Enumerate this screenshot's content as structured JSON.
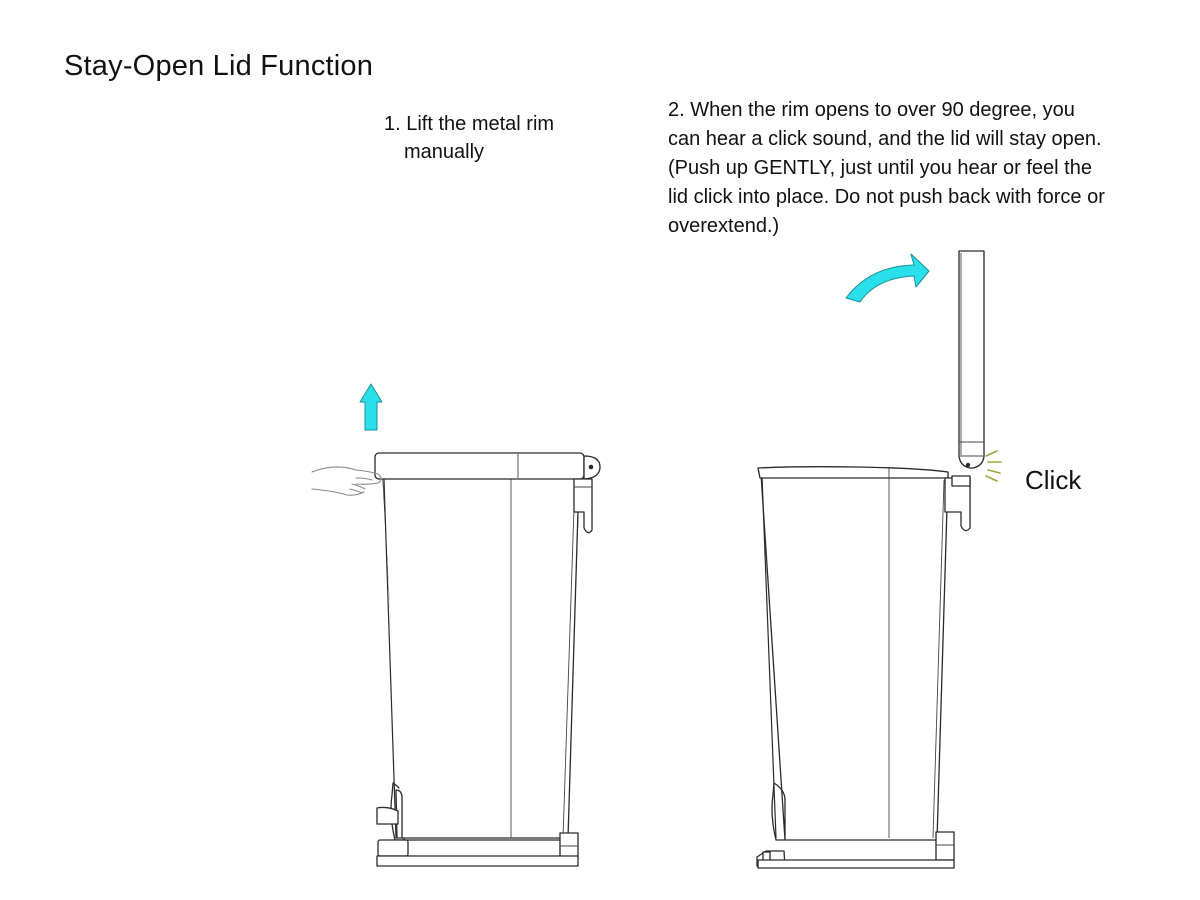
{
  "title": "Stay-Open Lid Function",
  "steps": {
    "step1": {
      "line1": "1. Lift the metal rim",
      "line2": "manually"
    },
    "step2": {
      "text": "2. When the rim opens to over 90 degree, you can hear a click sound, and the lid will stay open. (Push up GENTLY, just until you hear or feel the lid click into place. Do not push back with force or overextend.)"
    }
  },
  "click_label": "Click",
  "colors": {
    "arrow_fill": "#29e0ea",
    "click_spark": "#a3a341"
  },
  "icons": [
    "up-arrow-icon",
    "curved-arrow-icon",
    "hand-icon",
    "click-spark-icon"
  ]
}
